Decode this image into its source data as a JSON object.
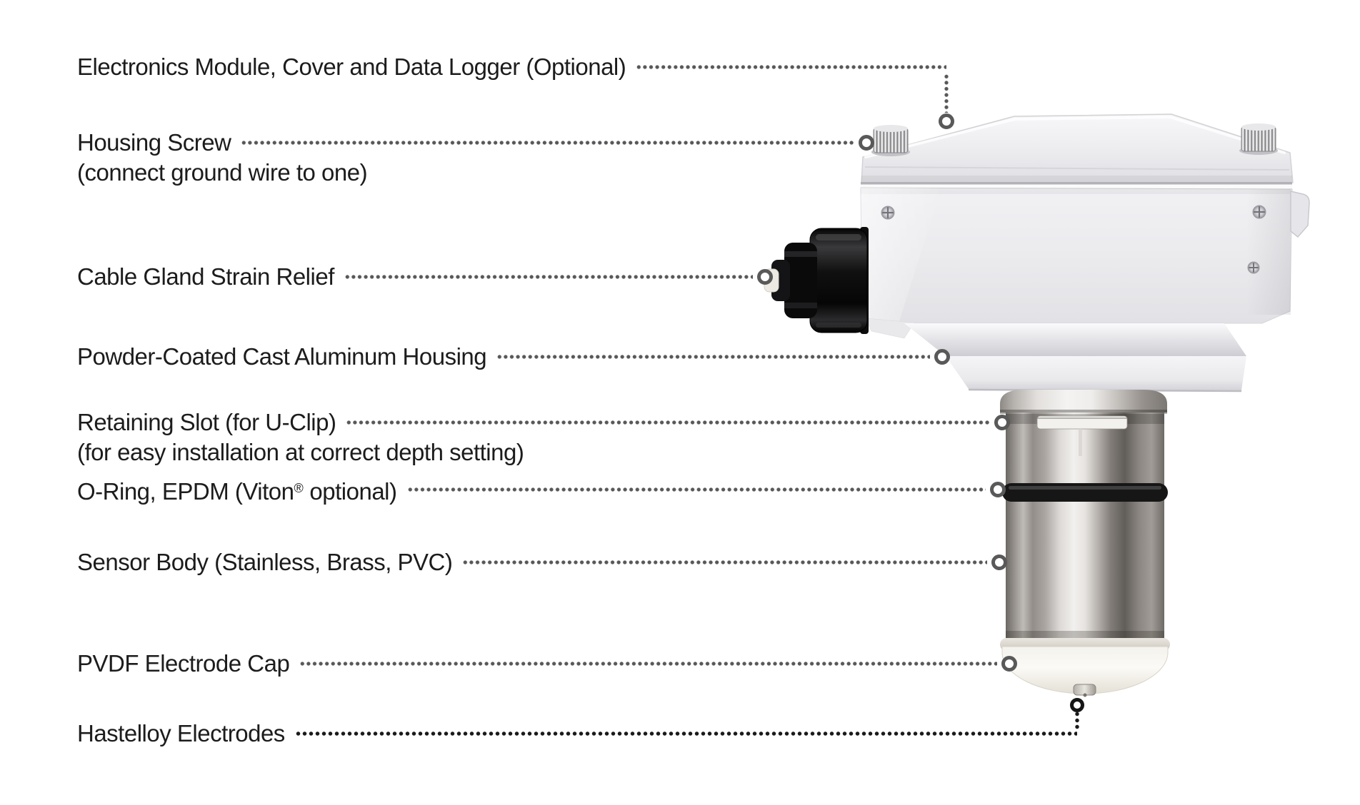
{
  "diagram": {
    "callouts": [
      {
        "id": "electronics-module",
        "label": "Electronics Module, Cover and Data Logger (Optional)"
      },
      {
        "id": "housing-screw",
        "label": "Housing Screw",
        "sublabel": "(connect ground wire to one)"
      },
      {
        "id": "cable-gland",
        "label": "Cable Gland Strain Relief"
      },
      {
        "id": "powder-coated-housing",
        "label": "Powder-Coated Cast Aluminum Housing"
      },
      {
        "id": "retaining-slot",
        "label": "Retaining Slot (for U-Clip)",
        "sublabel": "(for easy installation at correct depth setting)"
      },
      {
        "id": "o-ring",
        "label_pre": "O-Ring, EPDM (Viton",
        "label_sup": "®",
        "label_post": " optional)"
      },
      {
        "id": "sensor-body",
        "label": "Sensor Body (Stainless, Brass, PVC)"
      },
      {
        "id": "pvdf-electrode-cap",
        "label": "PVDF Electrode Cap"
      },
      {
        "id": "hastelloy-electrodes",
        "label": "Hastelloy Electrodes"
      }
    ],
    "colors": {
      "background": "#ffffff",
      "text": "#1c1c1c",
      "leader_gray": "#58585a",
      "leader_black": "#1a1a1a",
      "housing_white": "#ececef",
      "gland_black": "#0a0a0a",
      "steel": "#b7b2ae",
      "pvdf_cream": "#f4f2ec"
    }
  }
}
